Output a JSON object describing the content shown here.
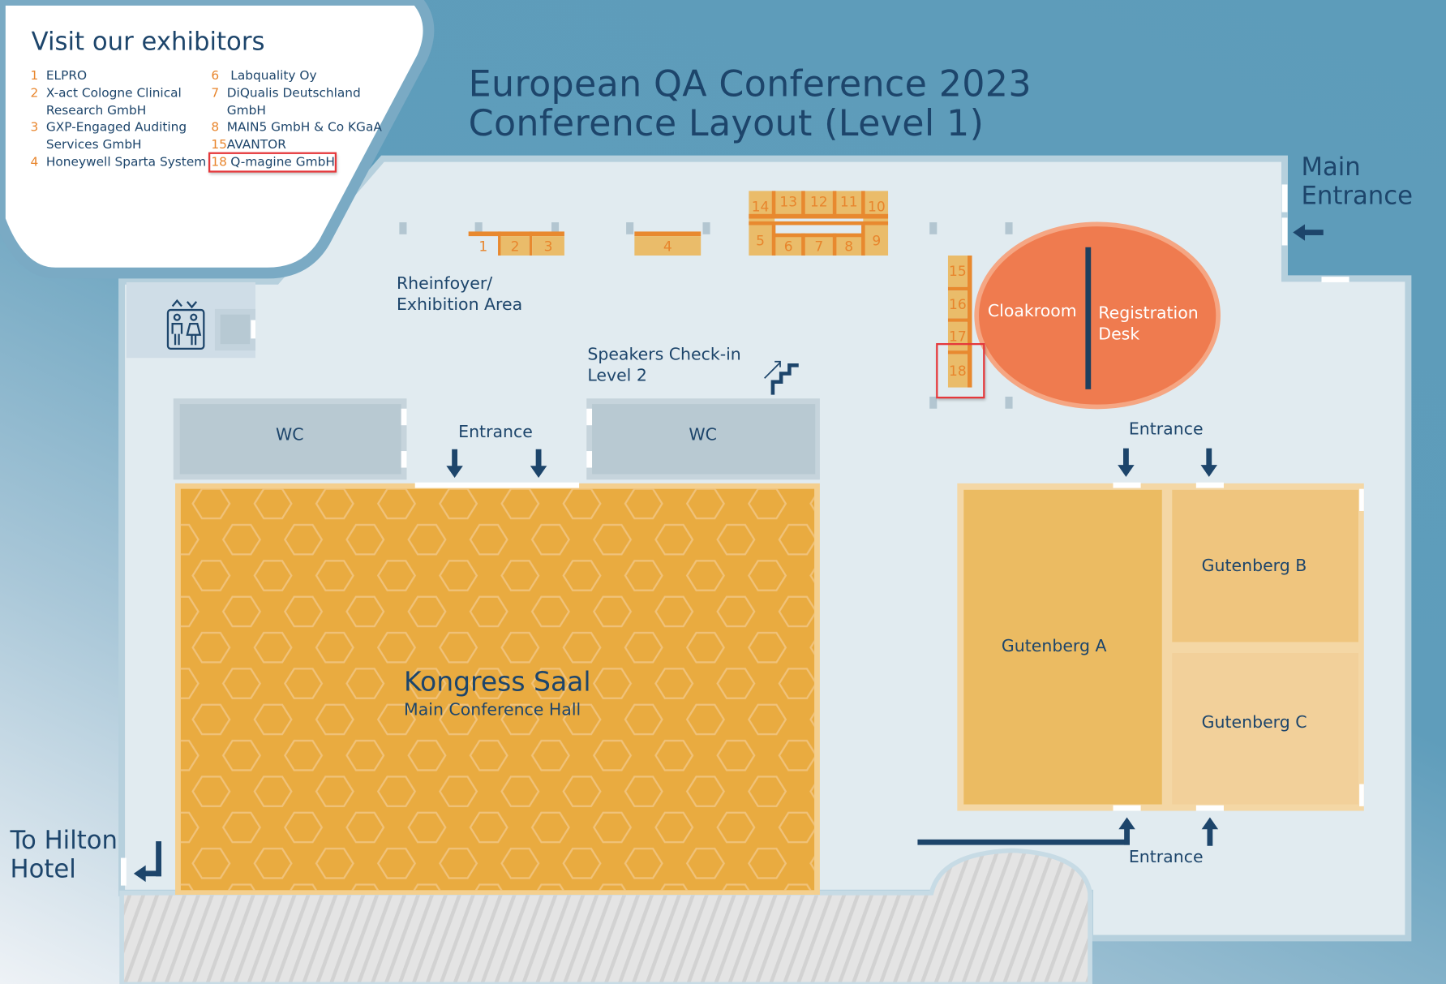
{
  "legend": {
    "title": "Visit our exhibitors",
    "left_column": [
      {
        "num": "1",
        "name": "ELPRO"
      },
      {
        "num": "2",
        "name": "X-act Cologne Clinical",
        "name2": "Research GmbH"
      },
      {
        "num": "3",
        "name": "GXP-Engaged Auditing",
        "name2": "Services GmbH"
      },
      {
        "num": "4",
        "name": "Honeywell Sparta System"
      }
    ],
    "right_column": [
      {
        "num": "6",
        "name": "Labquality Oy"
      },
      {
        "num": "7",
        "name": "DiQualis Deutschland",
        "name2": "GmbH"
      },
      {
        "num": "8",
        "name": "MAIN5 GmbH & Co KGaA"
      },
      {
        "num": "15",
        "name": "AVANTOR"
      },
      {
        "num": "18",
        "name": "Q-magine GmbH",
        "highlighted": true
      }
    ]
  },
  "header": {
    "line1": "European QA Conference 2023",
    "line2": "Conference Layout (Level 1)"
  },
  "labels": {
    "main_entrance_1": "Main",
    "main_entrance_2": "Entrance",
    "hilton_1": "To Hilton",
    "hilton_2": "Hotel",
    "rheinfoyer_1": "Rheinfoyer/",
    "rheinfoyer_2": "Exhibition Area",
    "speakers_1": "Speakers Check-in",
    "speakers_2": "Level 2",
    "wc": "WC",
    "entrance": "Entrance",
    "kongress": "Kongress Saal",
    "kongress_sub": "Main Conference Hall",
    "gutenberg_a": "Gutenberg A",
    "gutenberg_b": "Gutenberg B",
    "gutenberg_c": "Gutenberg C",
    "cloakroom": "Cloakroom",
    "registration_1": "Registration",
    "registration_2": "Desk"
  },
  "booths": [
    "1",
    "2",
    "3",
    "4",
    "5",
    "6",
    "7",
    "8",
    "9",
    "10",
    "11",
    "12",
    "13",
    "14",
    "15",
    "16",
    "17",
    "18"
  ],
  "highlighted_booth": "18",
  "colors": {
    "navy": "#1d456b",
    "orange": "#e8852c",
    "hall": "#e9ab40",
    "registration": "#ef7b4f",
    "highlight": "#e5383b"
  }
}
